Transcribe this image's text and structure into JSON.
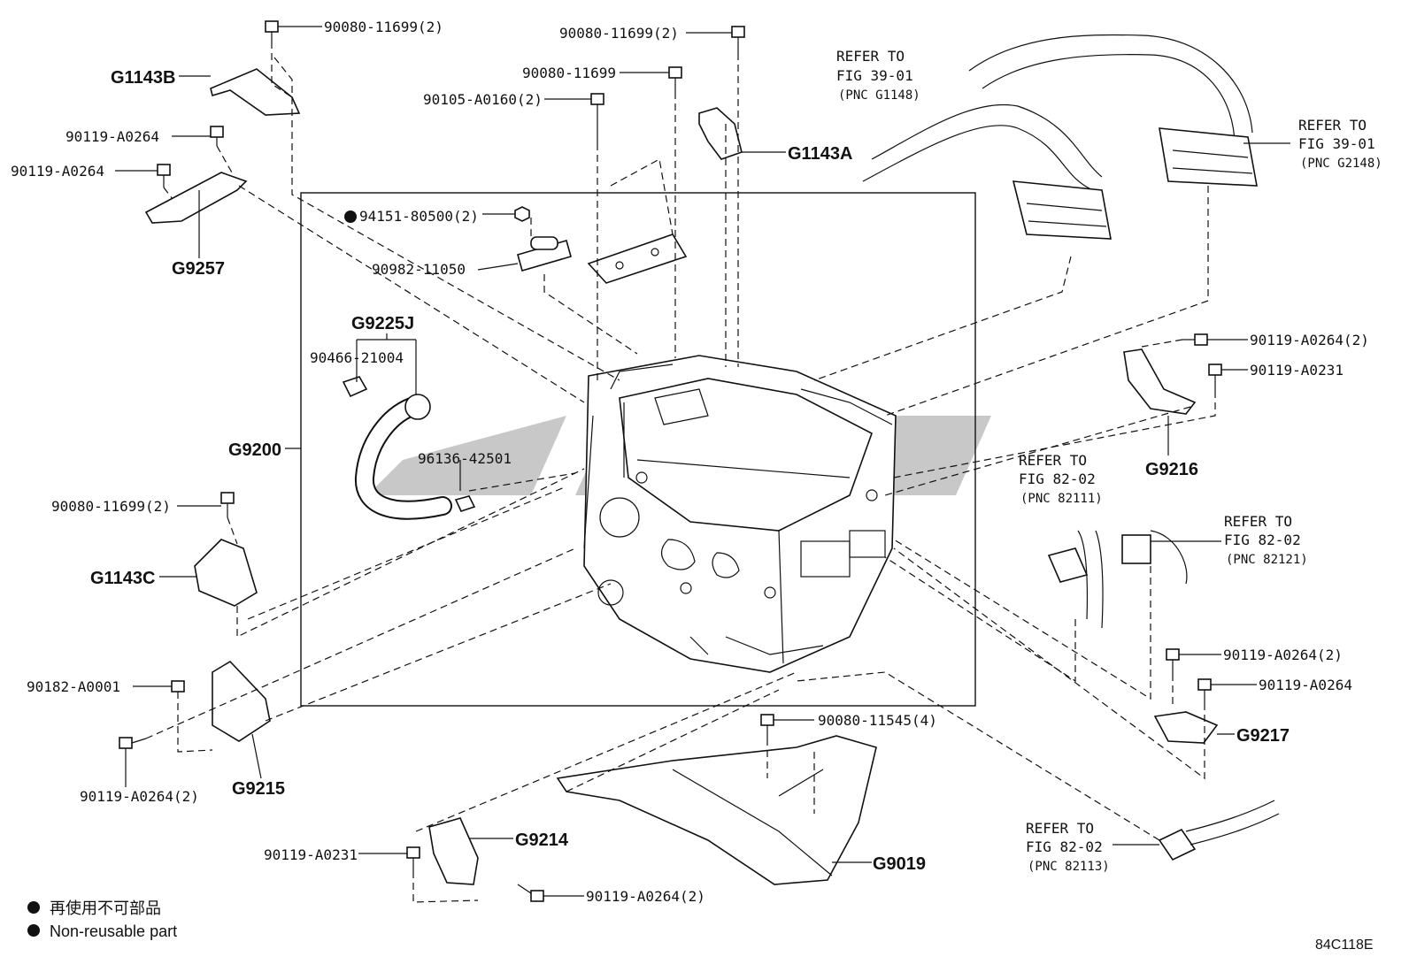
{
  "figure_id": "84C118E",
  "legend": {
    "jp": "再使用不可部品",
    "en": "Non-reusable part"
  },
  "groups": {
    "G9200": "G9200",
    "G9225J": "G9225J"
  },
  "callouts": {
    "g1143b": "G1143B",
    "g1143a": "G1143A",
    "g1143c": "G1143C",
    "g9257": "G9257",
    "g9216": "G9216",
    "g9215": "G9215",
    "g9214": "G9214",
    "g9019": "G9019",
    "g9217": "G9217",
    "p90080_11699_2_a": "90080-11699(2)",
    "p90080_11699_2_b": "90080-11699(2)",
    "p90080_11699": "90080-11699",
    "p90105_a0160_2": "90105-A0160(2)",
    "p90119_a0264_a": "90119-A0264",
    "p90119_a0264_b": "90119-A0264",
    "p94151_80500_2": "94151-80500(2)",
    "p90982_11050": "90982-11050",
    "p90466_21004": "90466-21004",
    "p96136_42501": "96136-42501",
    "p90080_11699_2_c": "90080-11699(2)",
    "p90182_a0001": "90182-A0001",
    "p90119_a0264_2_a": "90119-A0264(2)",
    "p90119_a0264_2_b": "90119-A0264(2)",
    "p90119_a0231_a": "90119-A0231",
    "p90119_a0264_2_c": "90119-A0264(2)",
    "p90119_a0264_c": "90119-A0264",
    "p90080_11545_4": "90080-11545(4)",
    "p90119_a0231_b": "90119-A0231",
    "p90119_a0264_2_d": "90119-A0264(2)"
  },
  "refers": [
    {
      "l1": "REFER TO",
      "l2": "FIG 39-01",
      "l3": "(PNC G1148)"
    },
    {
      "l1": "REFER TO",
      "l2": "FIG 39-01",
      "l3": "(PNC G2148)"
    },
    {
      "l1": "REFER TO",
      "l2": "FIG 82-02",
      "l3": "(PNC 82111)"
    },
    {
      "l1": "REFER TO",
      "l2": "FIG 82-02",
      "l3": "(PNC 82121)"
    },
    {
      "l1": "REFER TO",
      "l2": "FIG 82-02",
      "l3": "(PNC 82113)"
    }
  ]
}
